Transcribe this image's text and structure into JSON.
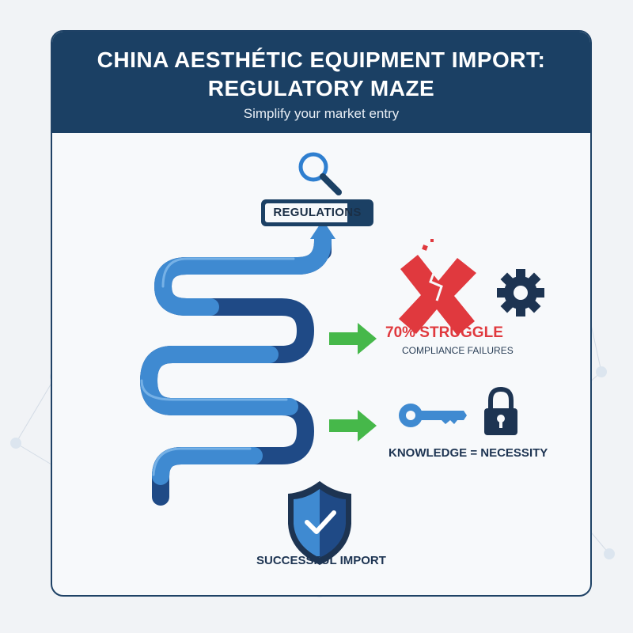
{
  "header": {
    "title_line1": "China Aesthétic Equipment Import:",
    "title_line2": "Regulatory Maze",
    "subtitle": "Simplify your market entry"
  },
  "badge": {
    "label": "Regulations"
  },
  "struggle": {
    "headline": "70% Struggle",
    "caption": "Compliance Failures"
  },
  "knowledge": {
    "label": "Knowledge = Necessity"
  },
  "success": {
    "label": "Successful Import"
  },
  "icons": [
    "search-icon",
    "x-mark-icon",
    "gear-icon",
    "key-icon",
    "lock-icon",
    "shield-check-icon",
    "arrow-right-icon",
    "arrow-up-icon"
  ],
  "colors": {
    "header": "#1b4064",
    "path_light": "#3f8ad1",
    "path_dark": "#1f4a86",
    "arrow_green": "#46b84a",
    "alert_red": "#e0393e",
    "dark_navy": "#1d3452"
  }
}
